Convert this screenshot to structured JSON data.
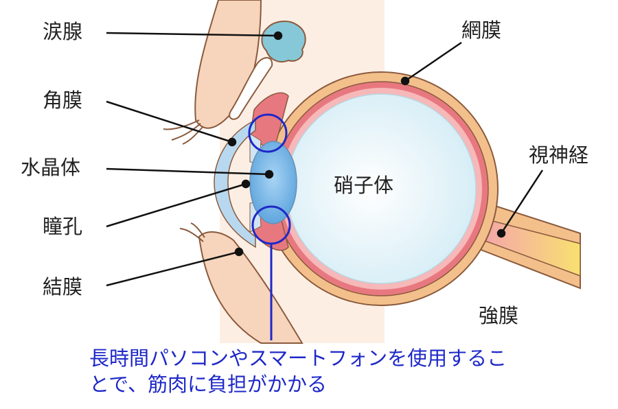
{
  "labels": {
    "lacrimal_gland": "涙腺",
    "cornea": "角膜",
    "lens": "水晶体",
    "pupil": "瞳孔",
    "conjunctiva": "結膜",
    "retina": "網膜",
    "optic_nerve": "視神経",
    "vitreous": "硝子体",
    "sclera": "強膜"
  },
  "note": {
    "line1": "長時間パソコンやスマートフォンを使用するこ",
    "line2": "とで、筋肉に負担がかかる"
  },
  "colors": {
    "skin": "#f7d4bc",
    "outline": "#8a5a3c",
    "sclera": "#f3c08c",
    "retina": "#e87880",
    "vitreous": "#dff2f8",
    "lens": "#6fb3e4",
    "cornea": "#b8d8f0",
    "gland": "#86c8d8",
    "callout": "#1e28c8",
    "nerve_pink": "#f4a0b0",
    "nerve_yellow": "#f8e070"
  }
}
